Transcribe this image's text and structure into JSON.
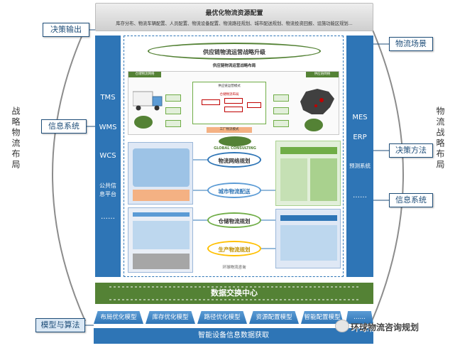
{
  "top": {
    "title": "最优化物流资源配置",
    "subtitle": "库存分布、物流车辆配置、人员配置、物流设备配置、物流路径规划、城市配送规划、物流投资回报、设施功能区规划..."
  },
  "left_side_title": "战略物流布局",
  "right_side_title": "物流战略布局",
  "labels": {
    "decision_output": "决策输出",
    "info_system_left": "信息系统",
    "model_algorithm": "模型与算法",
    "logistics_scene": "物流场景",
    "decision_method": "决策方法",
    "info_system_right": "信息系统"
  },
  "left_column_items": [
    "TMS",
    "WMS",
    "WCS",
    "公共信息平台",
    "……"
  ],
  "right_column_items": [
    "MES",
    "ERP",
    "预测系统",
    "……"
  ],
  "center": {
    "strategy_title": "供应链物流运营战略升级",
    "strategy_subtitle": "供应链物流运营战略布局",
    "left_tag": "仓储物流网络",
    "right_tag": "供应链网络",
    "mid_label_1": "供应链运营模式",
    "mid_label_2": "仓储物流布局",
    "mid_label_3": "工厂物流模式",
    "logo_text": "GLOBAL CONSULTING",
    "ovals": [
      "物流网络规划",
      "城市物流配送",
      "仓储物流规划",
      "生产物流规划"
    ],
    "footer": "环球物流咨询"
  },
  "data_exchange": "数据交换中心",
  "models": [
    "布局优化模型",
    "库存优化模型",
    "路径优化模型",
    "资源配置模型",
    "智能配置模型",
    "……"
  ],
  "bottom_bar": "智能设备信息数据获取",
  "watermark": "环球物流咨询规划",
  "colors": {
    "blue": "#2e75b6",
    "green": "#548235",
    "navy": "#1f4e79"
  }
}
